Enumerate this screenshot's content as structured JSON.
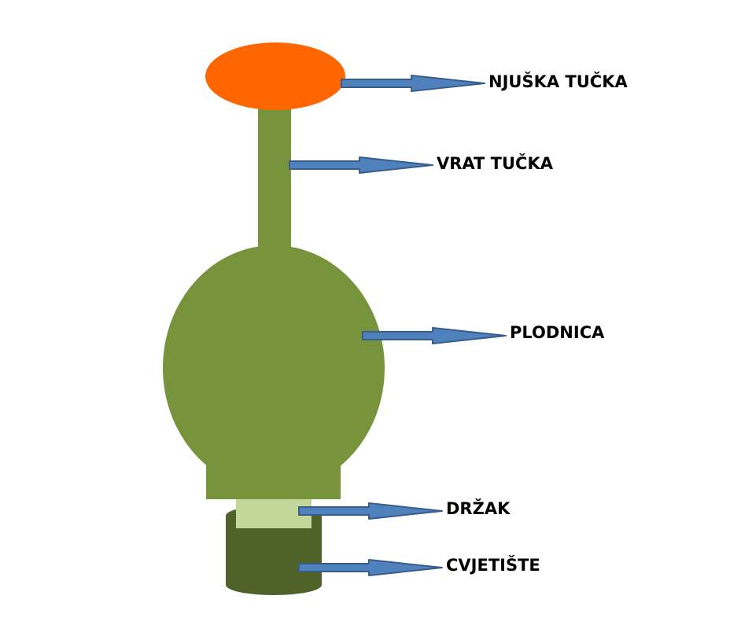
{
  "colors": {
    "stigma": "#FF6600",
    "pistil_green": "#77933C",
    "stalk": "#C4D79B",
    "receptacle": "#4F6228",
    "arrow_fill": "#4F81BD",
    "arrow_stroke": "#385D8A",
    "label": "#000000"
  },
  "labels": {
    "stigma": "NJUŠKA TUČKA",
    "style": "VRAT TUČKA",
    "ovary": "PLODNICA",
    "stalk": "DRŽAK",
    "receptacle": "CVJETIŠTE"
  }
}
